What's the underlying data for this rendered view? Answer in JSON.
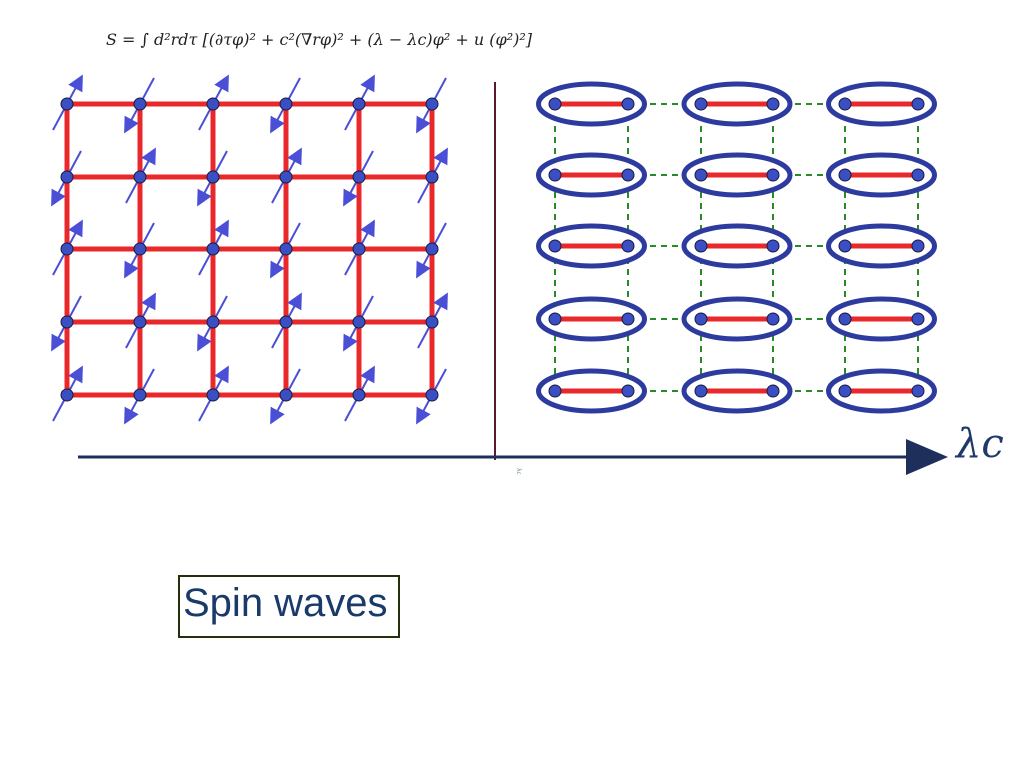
{
  "equation": "S = ∫ d²rdτ [(∂τφ)² + c²(∇rφ)² + (λ − λc)φ² + u (φ²)²]",
  "axis_label": "λc",
  "critical_tick_label": "λc",
  "spin_waves_label": "Spin waves",
  "colors": {
    "bond": "#e8282a",
    "dimer_bond": "#e8282a",
    "site": "#3a4fc4",
    "arrow": "#4a4fd6",
    "dimer_ring": "#2d3a9e",
    "dashed_bond": "#2a8a2a",
    "axis": "#1f2f5c",
    "divider": "#5a1a2a"
  }
}
